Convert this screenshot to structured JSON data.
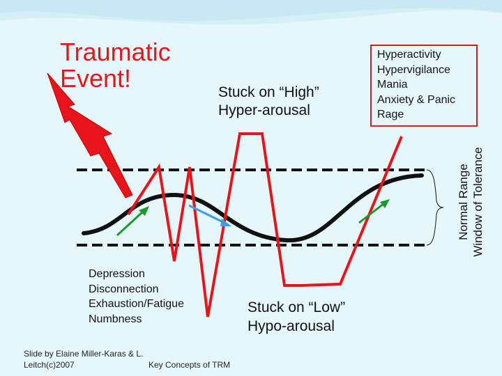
{
  "slide": {
    "title_lines": [
      "Traumatic",
      "Event!"
    ],
    "high_lines": [
      "Stuck on “High”",
      "Hyper-arousal"
    ],
    "hyper_symptoms": [
      "Hyperactivity",
      "Hypervigilance",
      "Mania",
      "Anxiety & Panic",
      "Rage"
    ],
    "low_lines": [
      "Stuck on “Low”",
      "Hypo-arousal"
    ],
    "hypo_symptoms": [
      "Depression",
      "Disconnection",
      "Exhaustion/Fatigue",
      "Numbness"
    ],
    "window_label_lines": [
      "Normal Range",
      "Window of Tolerance"
    ],
    "credit_lines": [
      "Slide by Elaine Miller-Karas & L.",
      "Leitch(c)2007"
    ],
    "footer": "Key Concepts of TRM"
  },
  "colors": {
    "title": "#e8141c",
    "trauma_line": "#e8141c",
    "tolerance_curve": "#111111",
    "arrow_up": "#1a9a2a",
    "arrow_down": "#3aa0e0",
    "background": "#e6f7fb",
    "swoosh": "#b8e2ef"
  },
  "icons": [
    "lightning-bolt-icon",
    "bracket-icon"
  ]
}
